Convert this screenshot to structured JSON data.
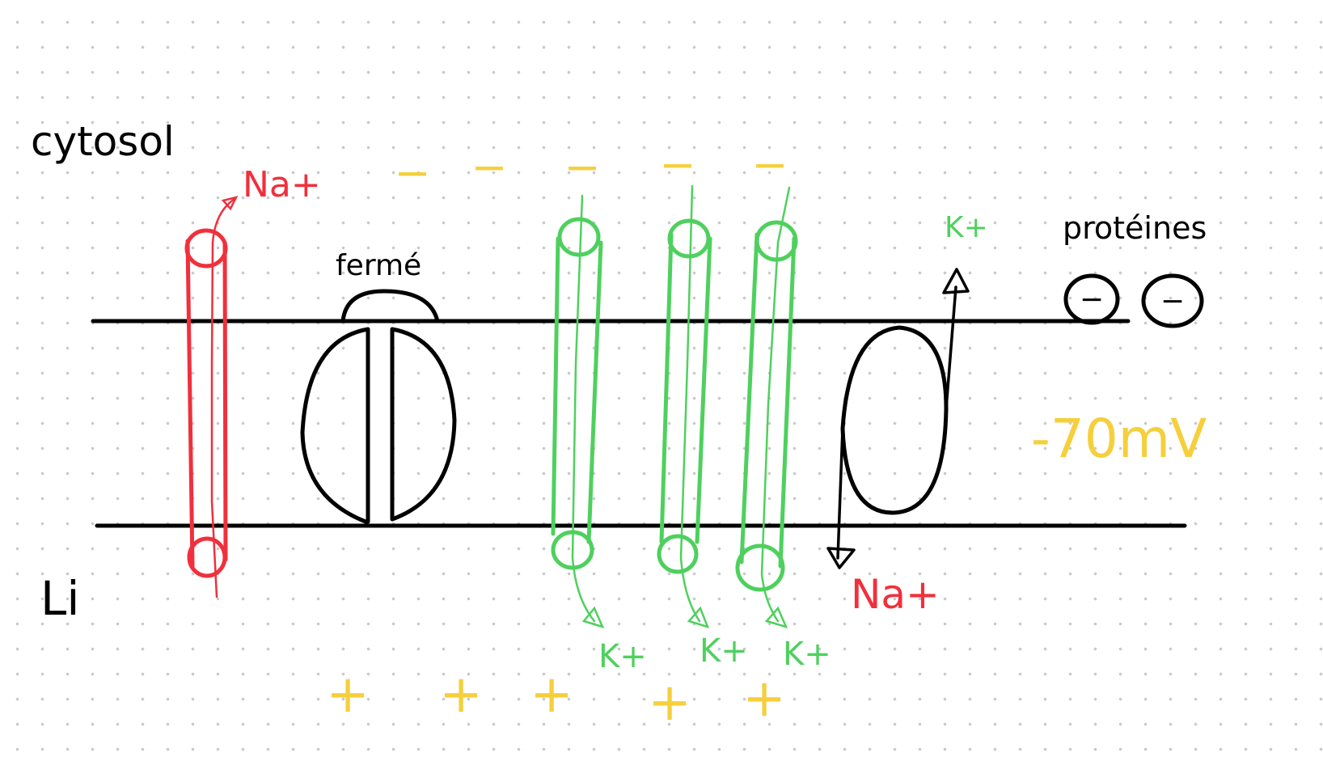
{
  "labels": {
    "cytosol": "cytosol",
    "li": "Li",
    "na_top": "Na+",
    "na_bottom": "Na+",
    "ferme": "fermé",
    "k_pump": "K+",
    "k_1": "K+",
    "k_2": "K+",
    "k_3": "K+",
    "proteines": "protéines",
    "protein_charge_1": "−",
    "protein_charge_2": "−",
    "potential": "-70mV"
  },
  "charges": {
    "cytosol_side": [
      "−",
      "−",
      "−",
      "−",
      "−"
    ],
    "li_side": [
      "+",
      "+",
      "+",
      "+",
      "+"
    ]
  },
  "colors": {
    "na_channel": "#f0303c",
    "k_channel": "#4fd05e",
    "charges": "#f5cf3c",
    "structures": "#000000",
    "grid_dots": "#c9c9c9"
  }
}
